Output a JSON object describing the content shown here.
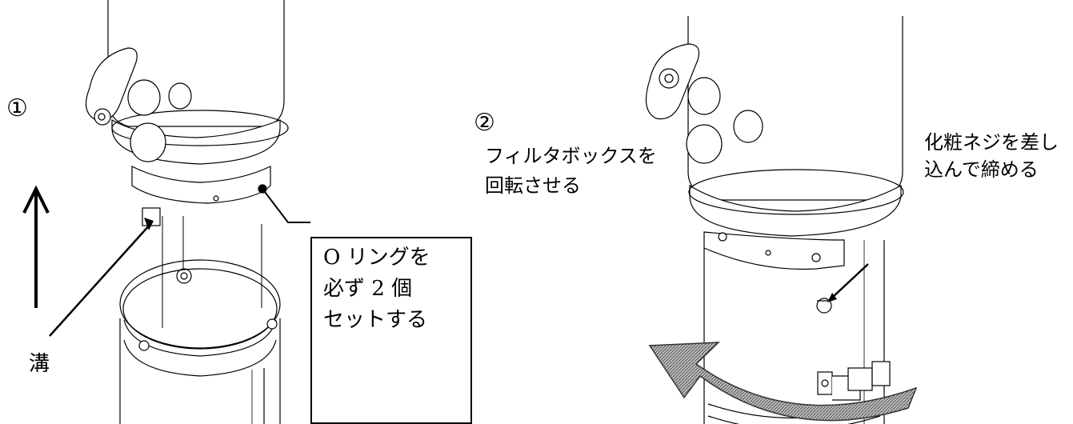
{
  "steps": {
    "step1_marker": "①",
    "step2_marker": "②"
  },
  "labels": {
    "groove": "溝",
    "rotate_line1": "フィルタボックスを",
    "rotate_line2": "回転させる",
    "screw_line1": "化粧ネジを差し",
    "screw_line2": "込んで締める"
  },
  "oring_note": {
    "line1": "O リングを",
    "line2": "必ず 2 個",
    "line3": "セットする"
  },
  "colors": {
    "ink": "#000000",
    "paper": "#ffffff",
    "arrow_hatch": "#888888"
  },
  "icons": {
    "lift_arrow": "up-arrow-icon",
    "rotation_arrow": "curved-rotate-arrow-icon",
    "o_rings": "o-ring-icon"
  }
}
